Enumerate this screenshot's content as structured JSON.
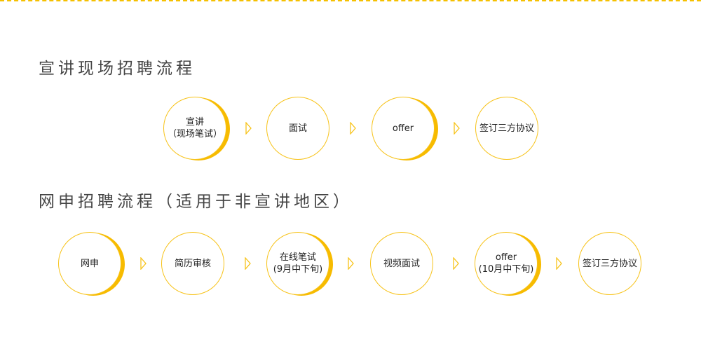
{
  "sections": [
    {
      "title": "宣讲现场招聘流程",
      "steps": [
        {
          "line1": "宣讲",
          "line2": "（现场笔试）"
        },
        {
          "line1": "面试",
          "line2": ""
        },
        {
          "line1": "offer",
          "line2": ""
        },
        {
          "line1": "签订三方协议",
          "line2": ""
        }
      ]
    },
    {
      "title": "网申招聘流程（适用于非宣讲地区）",
      "steps": [
        {
          "line1": "网申",
          "line2": ""
        },
        {
          "line1": "简历审核",
          "line2": ""
        },
        {
          "line1": "在线笔试",
          "line2": "(9月中下旬)"
        },
        {
          "line1": "视频面试",
          "line2": ""
        },
        {
          "line1": "offer",
          "line2": "(10月中下旬)"
        },
        {
          "line1": "签订三方协议",
          "line2": ""
        }
      ]
    }
  ],
  "colors": {
    "accent": "#f7bb00",
    "text": "#444444"
  },
  "icons": {
    "arrow": "chevron-right-outline-icon"
  }
}
